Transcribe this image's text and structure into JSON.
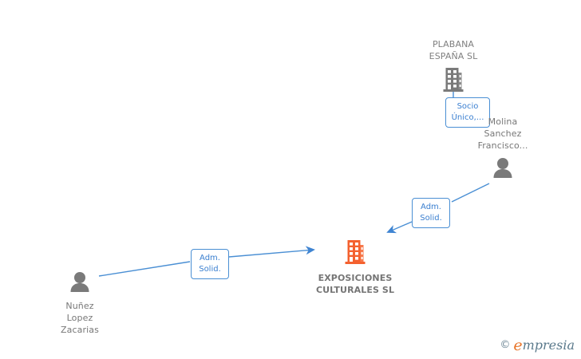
{
  "diagram": {
    "title": "Corporate relationship graph",
    "colors": {
      "company_focus": "#f4612f",
      "company_other": "#7a7a7a",
      "person": "#7a7a7a",
      "edge": "#4a8fd4",
      "badge_border": "#4a8fd4",
      "badge_text": "#3a7fd0",
      "label_text": "#787878",
      "background": "#ffffff"
    },
    "nodes": [
      {
        "id": "plabana",
        "type": "company",
        "icon": "building-icon",
        "label": "PLABANA\nESPAÑA SL",
        "label_position": "above",
        "emphasis": "normal"
      },
      {
        "id": "molina",
        "type": "person",
        "icon": "person-icon",
        "label": "Molina\nSanchez\nFrancisco...",
        "label_position": "above"
      },
      {
        "id": "exposiciones",
        "type": "company",
        "icon": "building-icon",
        "label": "EXPOSICIONES\nCULTURALES SL",
        "label_position": "below",
        "emphasis": "focus"
      },
      {
        "id": "nunez",
        "type": "person",
        "icon": "person-icon",
        "label": "Nuñez\nLopez\nZacarias",
        "label_position": "below"
      }
    ],
    "edges": [
      {
        "id": "edge-plabana-molina",
        "from": "plabana",
        "to": "molina",
        "badge": "Socio\nÚnico,...",
        "arrow": false
      },
      {
        "id": "edge-molina-exposiciones",
        "from": "molina",
        "to": "exposiciones",
        "badge": "Adm.\nSolid.",
        "arrow": true
      },
      {
        "id": "edge-nunez-exposiciones",
        "from": "nunez",
        "to": "exposiciones",
        "badge": "Adm.\nSolid.",
        "arrow": true
      }
    ]
  },
  "watermark": {
    "copyright": "©",
    "brand_first": "e",
    "brand_rest": "mpresia"
  }
}
